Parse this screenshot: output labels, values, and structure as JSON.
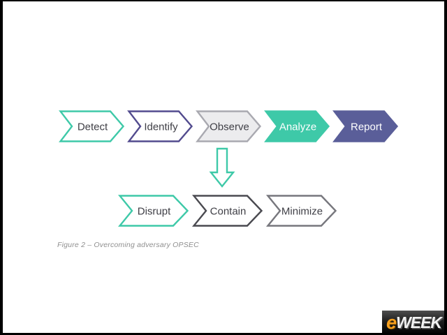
{
  "page": {
    "background": "#ffffff",
    "frame_color": "#000000"
  },
  "caption": "Figure 2 – Overcoming adversary OPSEC",
  "diagram": {
    "top_row": [
      {
        "label": "Detect",
        "fill": "#ffffff",
        "stroke": "#3ec9a8",
        "text_color": "#3f3f46"
      },
      {
        "label": "Identify",
        "fill": "#ffffff",
        "stroke": "#524b8e",
        "text_color": "#3f3f46"
      },
      {
        "label": "Observe",
        "fill": "#ececee",
        "stroke": "#a9a9b0",
        "text_color": "#3f3f46"
      },
      {
        "label": "Analyze",
        "fill": "#3ec9a8",
        "stroke": "#3ec9a8",
        "text_color": "#ffffff"
      },
      {
        "label": "Report",
        "fill": "#5a5e99",
        "stroke": "#5a5e99",
        "text_color": "#ffffff"
      }
    ],
    "bottom_row": [
      {
        "label": "Disrupt",
        "fill": "#ffffff",
        "stroke": "#3ec9a8",
        "text_color": "#3f3f46"
      },
      {
        "label": "Contain",
        "fill": "#ffffff",
        "stroke": "#4a4a50",
        "text_color": "#3f3f46"
      },
      {
        "label": "Minimize",
        "fill": "#ffffff",
        "stroke": "#77777d",
        "text_color": "#3f3f46"
      }
    ],
    "down_arrow_color": "#3ec9a8"
  },
  "logo": {
    "e": "e",
    "week": "WEEK",
    "e_color": "#f7a01e",
    "week_color": "#f2f2f2"
  }
}
